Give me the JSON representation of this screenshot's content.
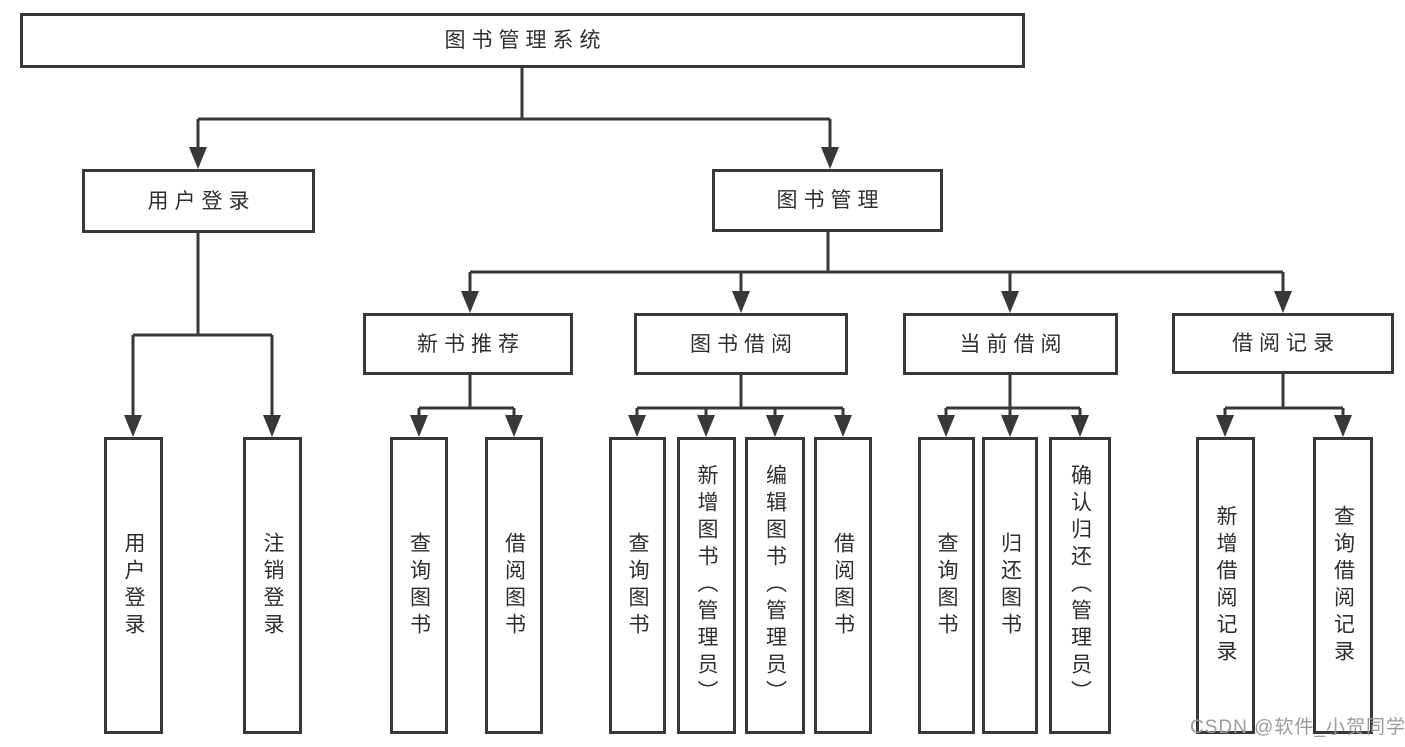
{
  "tree": {
    "root": {
      "label": "图书管理系统"
    },
    "branches": [
      {
        "label": "用户登录",
        "children": [
          {
            "label": "用户登录"
          },
          {
            "label": "注销登录"
          }
        ]
      },
      {
        "label": "图书管理",
        "children": [
          {
            "label": "新书推荐",
            "children": [
              {
                "label": "查询图书"
              },
              {
                "label": "借阅图书"
              }
            ]
          },
          {
            "label": "图书借阅",
            "children": [
              {
                "label": "查询图书"
              },
              {
                "label": "新增图书（管理员）"
              },
              {
                "label": "编辑图书（管理员）"
              },
              {
                "label": "借阅图书"
              }
            ]
          },
          {
            "label": "当前借阅",
            "children": [
              {
                "label": "查询图书"
              },
              {
                "label": "归还图书"
              },
              {
                "label": "确认归还（管理员）"
              }
            ]
          },
          {
            "label": "借阅记录",
            "children": [
              {
                "label": "新增借阅记录"
              },
              {
                "label": "查询借阅记录"
              }
            ]
          }
        ]
      }
    ]
  },
  "watermark": {
    "text": "CSDN @软件_小贺同学"
  },
  "colors": {
    "line": "#383838",
    "text": "#2f2f2f",
    "background": "#ffffff",
    "watermark": "#9c9c9c"
  }
}
